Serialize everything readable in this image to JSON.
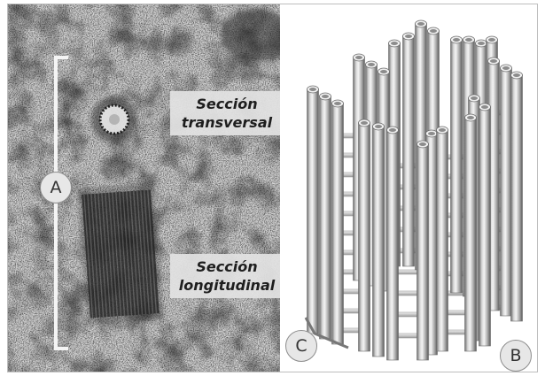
{
  "figure": {
    "captions": {
      "transverse": "Sección\ntransversal",
      "longitudinal": "Sección\nlongitudinal"
    },
    "markers": {
      "a": "A",
      "b": "B",
      "c": "C"
    }
  }
}
